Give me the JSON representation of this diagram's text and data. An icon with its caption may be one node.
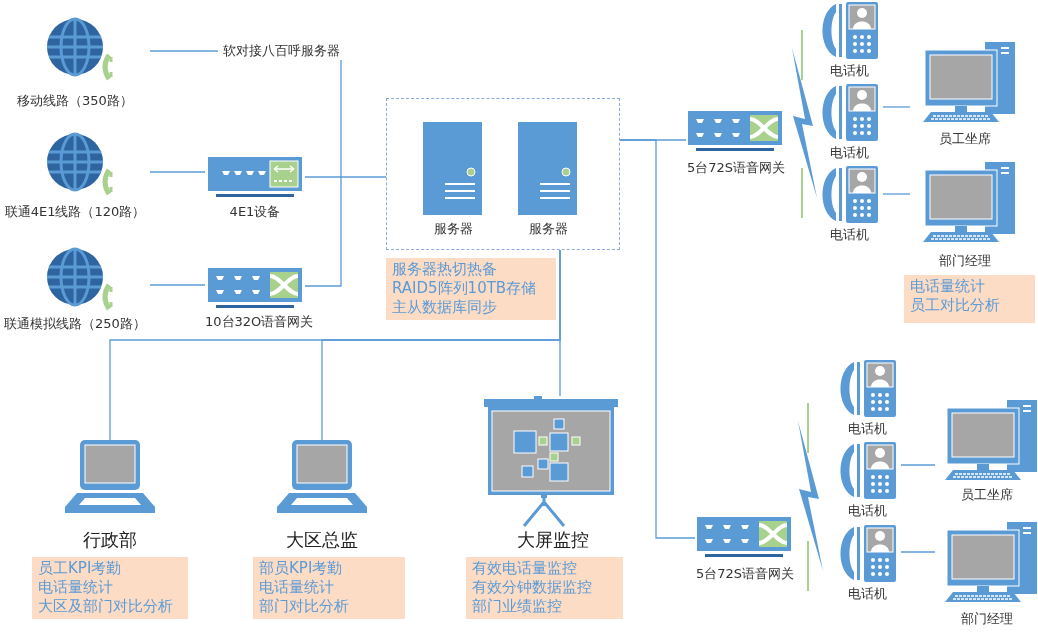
{
  "diagram": {
    "nodes": [
      {
        "text": [
          "移动线路（350路）"
        ]
      },
      {
        "text": [
          "联通4E1线路（120路）"
        ]
      },
      {
        "text": [
          "联通模拟线路（250路）"
        ]
      },
      {
        "text": [
          "软对接八百呼服务器"
        ]
      },
      {
        "text": [
          "4E1设备"
        ]
      },
      {
        "text": [
          "10台32O语音网关"
        ]
      },
      {
        "text": [],
        "shape": "box"
      },
      {
        "text": [
          "服务器"
        ],
        "in": 6
      },
      {
        "text": [
          "服务器"
        ],
        "in": 6
      },
      {
        "text": [
          "服务器热切热备",
          "RAID5阵列10TB存储",
          "主从数据库同步"
        ]
      },
      {
        "text": [
          "5台72S语音网关"
        ]
      },
      {
        "text": [
          "电话机"
        ]
      },
      {
        "text": [
          "电话机"
        ]
      },
      {
        "text": [
          "电话机"
        ]
      },
      {
        "text": [
          "员工坐席"
        ]
      },
      {
        "text": [
          "部门经理"
        ]
      },
      {
        "text": [
          "电话量统计",
          "员工对比分析"
        ]
      },
      {
        "text": [
          "行政部"
        ]
      },
      {
        "text": [
          "员工KPI考勤",
          "电话量统计",
          "大区及部门对比分析"
        ]
      },
      {
        "text": [
          "大区总监"
        ]
      },
      {
        "text": [
          "部员KPI考勤",
          "电话量统计",
          "部门对比分析"
        ]
      },
      {
        "text": [
          "大屏监控"
        ]
      },
      {
        "text": [
          "有效电话量监控",
          "有效分钟数据监控",
          "部门业绩监控"
        ]
      },
      {
        "text": [
          "5台72S语音网关"
        ]
      },
      {
        "text": [
          "电话机"
        ]
      },
      {
        "text": [
          "电话机"
        ]
      },
      {
        "text": [
          "电话机"
        ]
      },
      {
        "text": [
          "员工坐席"
        ]
      },
      {
        "text": [
          "部门经理"
        ]
      }
    ],
    "edges": [
      {
        "from": 0,
        "to": 3,
        "arrow": "none"
      },
      {
        "from": 3,
        "to": 5,
        "arrow": "none"
      },
      {
        "from": 1,
        "to": 4,
        "arrow": "none"
      },
      {
        "from": 2,
        "to": 5,
        "arrow": "none"
      },
      {
        "from": 4,
        "to": 6,
        "arrow": "none"
      },
      {
        "from": 6,
        "to": 10,
        "arrow": "none"
      },
      {
        "from": 6,
        "to": 23,
        "arrow": "none"
      },
      {
        "from": 6,
        "to": 17,
        "arrow": "none"
      },
      {
        "from": 6,
        "to": 19,
        "arrow": "none"
      },
      {
        "from": 6,
        "to": 21,
        "arrow": "none"
      },
      {
        "from": 12,
        "to": 14,
        "arrow": "none"
      },
      {
        "from": 13,
        "to": 15,
        "arrow": "none"
      },
      {
        "from": 25,
        "to": 27,
        "arrow": "none"
      },
      {
        "from": 26,
        "to": 28,
        "arrow": "none"
      }
    ]
  }
}
